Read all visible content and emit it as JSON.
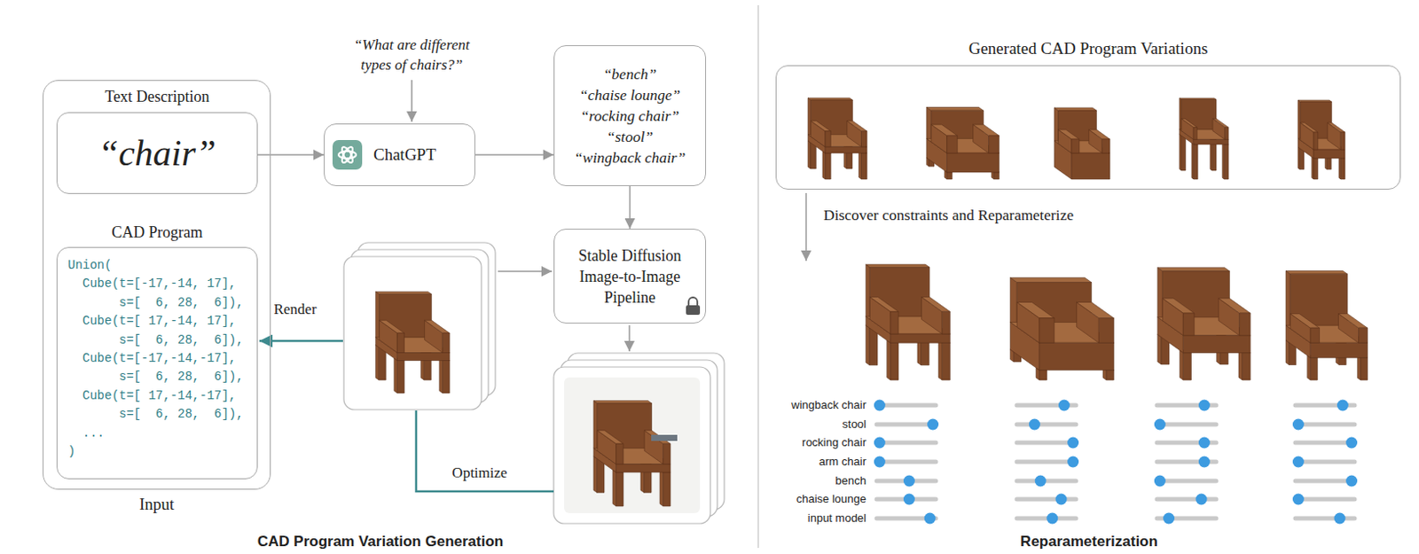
{
  "diagram": {
    "nodes": [
      {
        "text": [
          "Input"
        ]
      },
      {
        "text": [
          "Text Description",
          "“chair”"
        ],
        "in": 0
      },
      {
        "text": [
          "CAD Program",
          "Union(",
          "  Cube(t=[-17,-14, 17],",
          "       s=[  6, 28,  6]),",
          "  Cube(t=[ 17,-14, 17],",
          "       s=[  6, 28,  6]),",
          "  Cube(t=[-17,-14,-17],",
          "       s=[  6, 28,  6]),",
          "  Cube(t=[ 17,-14,-17],",
          "       s=[  6, 28,  6]),",
          "  ...",
          ")"
        ],
        "in": 0
      },
      {
        "text": [
          "ChatGPT"
        ]
      },
      {
        "text": [
          "“bench”",
          "“chaise lounge”",
          "“rocking chair”",
          "“stool”",
          "“wingback chair”"
        ]
      },
      {
        "text": [
          "Stable Diffusion Image-to-Image Pipeline"
        ]
      },
      {
        "text": [
          "Generated CAD Program Variations"
        ]
      }
    ],
    "edges": [
      {
        "from": 1,
        "to": 3,
        "arrow": "to"
      },
      {
        "from": 3,
        "to": 4,
        "arrow": "to"
      },
      {
        "from": 4,
        "to": 5,
        "arrow": "to"
      }
    ],
    "labels": [
      "“What are different types of chairs?”",
      "Render",
      "Optimize",
      "Discover constraints and Reparameterize",
      "wingback chair",
      "stool",
      "rocking chair",
      "arm chair",
      "bench",
      "chaise lounge",
      "input model",
      "CAD Program Variation Generation",
      "Reparameterization"
    ]
  }
}
